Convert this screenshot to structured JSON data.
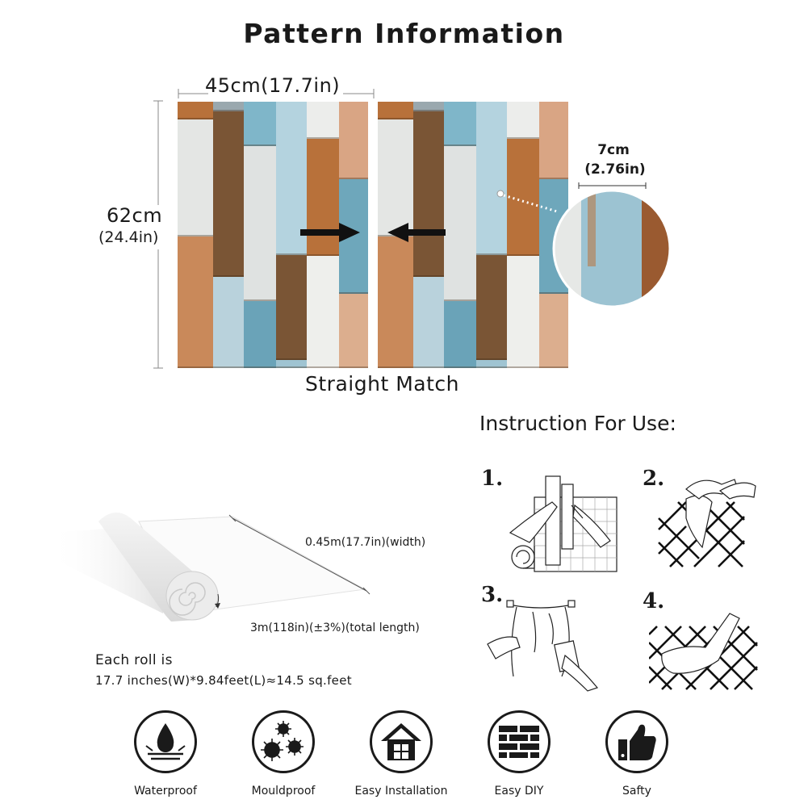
{
  "header": {
    "title": "Pattern Information"
  },
  "dimensions": {
    "width_label": "45cm(17.7in)",
    "height_cm": "62cm",
    "height_in": "(24.4in)",
    "detail_cm": "7cm",
    "detail_in": "(2.76in)"
  },
  "match": {
    "label": "Straight Match"
  },
  "instructions": {
    "title": "Instruction For Use:",
    "steps": [
      "1.",
      "2.",
      "3.",
      "4."
    ]
  },
  "roll": {
    "width_label": "0.45m(17.7in)(width)",
    "length_label": "3m(118in)(±3%)(total length)",
    "each_roll_line1": "Each roll is",
    "each_roll_line2": "17.7 inches(W)*9.84feet(L)≈14.5 sq.feet"
  },
  "features": [
    {
      "label": "Waterproof",
      "icon": "water-drop-icon"
    },
    {
      "label": "Mouldproof",
      "icon": "mould-spores-icon"
    },
    {
      "label": "Easy Installation",
      "icon": "house-icon"
    },
    {
      "label": "Easy DIY",
      "icon": "brick-wall-icon"
    },
    {
      "label": "Safty",
      "icon": "thumbs-up-icon"
    }
  ],
  "colors": {
    "wood_brown": "#7a5535",
    "wood_orange": "#b8713a",
    "wood_peach": "#d9a584",
    "wood_blue": "#7fb6c9",
    "wood_lightblue": "#b4d3df",
    "wood_white": "#e6e8e6",
    "ink": "#1a1a1a"
  }
}
